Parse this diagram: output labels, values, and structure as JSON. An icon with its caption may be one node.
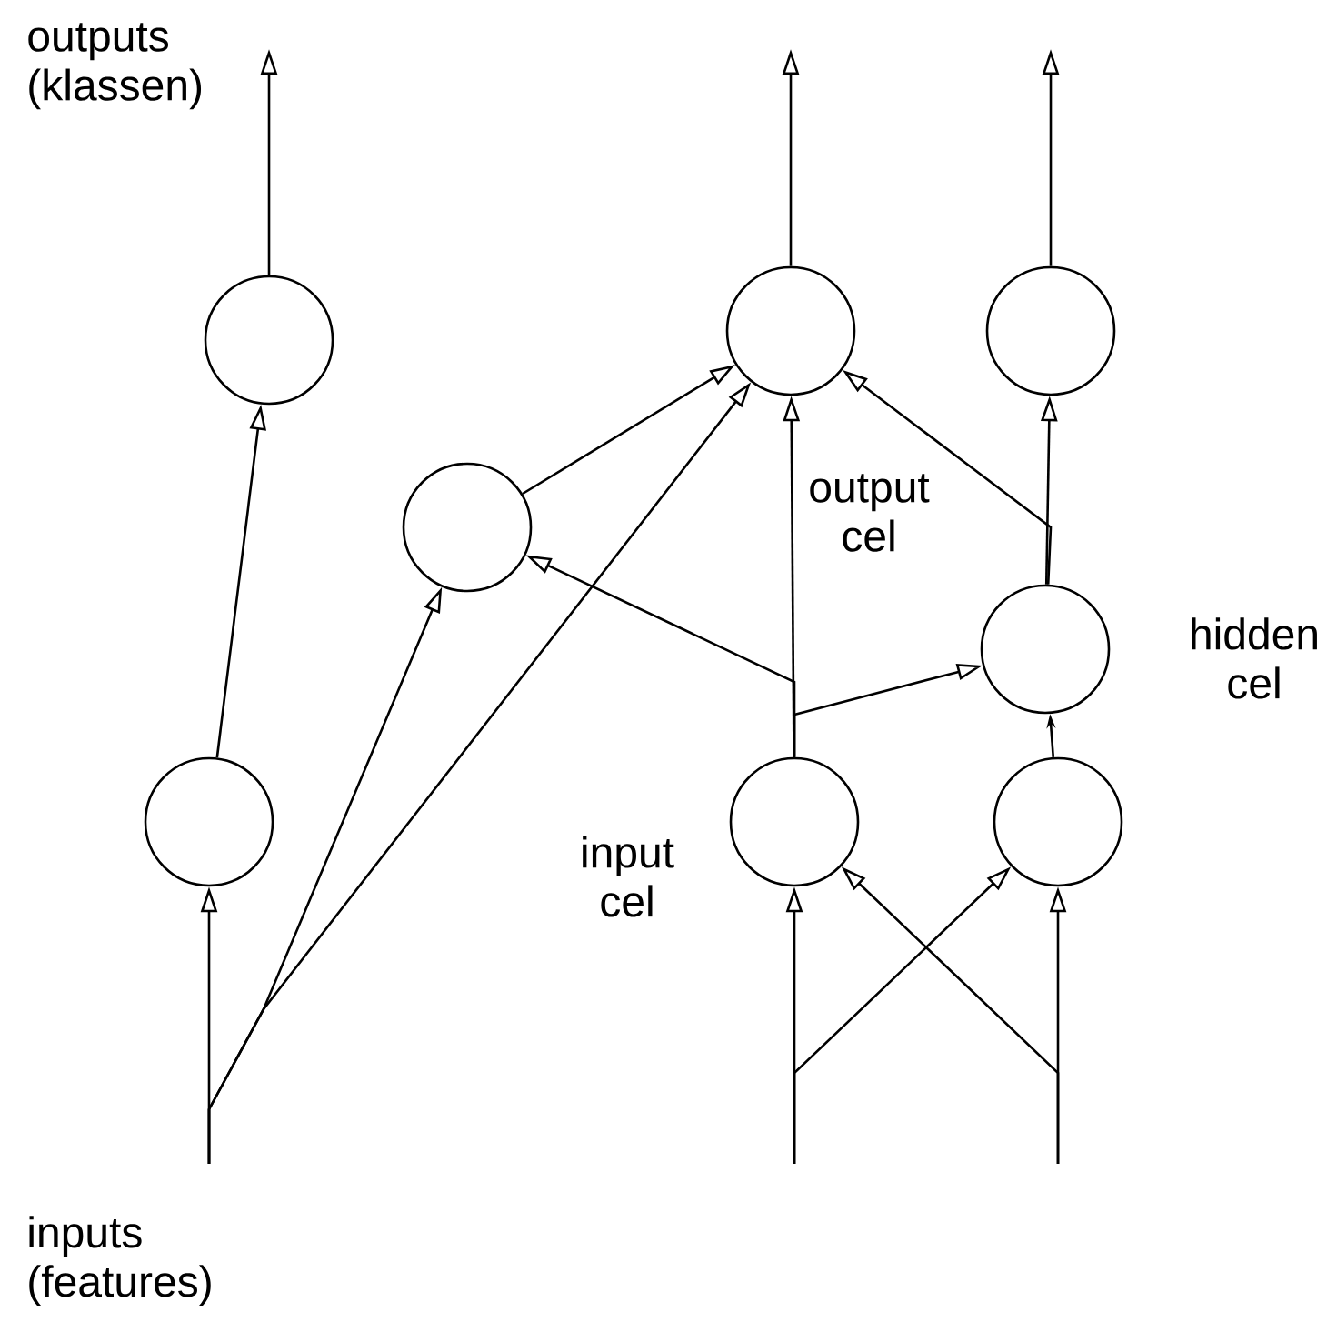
{
  "diagram": {
    "nodes": [
      {
        "text": [],
        "shape": "circle"
      },
      {
        "text": [],
        "shape": "circle",
        "beside": [
          "output cel"
        ]
      },
      {
        "text": [],
        "shape": "circle"
      },
      {
        "text": [],
        "shape": "circle"
      },
      {
        "text": [],
        "shape": "circle",
        "beside": [
          "hidden cel"
        ]
      },
      {
        "text": [],
        "shape": "circle"
      },
      {
        "text": [],
        "shape": "circle",
        "beside": [
          "input cel"
        ]
      },
      {
        "text": [],
        "shape": "circle"
      }
    ],
    "edges": [
      {
        "from": 5,
        "to": 0,
        "arrow": "to"
      },
      {
        "from": 0,
        "to": null,
        "arrow": "to"
      },
      {
        "from": 1,
        "to": null,
        "arrow": "to"
      },
      {
        "from": 2,
        "to": null,
        "arrow": "to"
      },
      {
        "from": null,
        "to": 5,
        "arrow": "to"
      },
      {
        "from": null,
        "to": 3,
        "arrow": "to"
      },
      {
        "from": null,
        "to": 1,
        "arrow": "to"
      },
      {
        "from": 3,
        "to": 1,
        "arrow": "to"
      },
      {
        "from": 6,
        "to": 1,
        "arrow": "to"
      },
      {
        "from": 6,
        "to": 4,
        "arrow": "to"
      },
      {
        "from": 6,
        "to": 3,
        "arrow": "to"
      },
      {
        "from": 4,
        "to": 2,
        "arrow": "to"
      },
      {
        "from": 4,
        "to": 1,
        "arrow": "to"
      },
      {
        "from": 7,
        "to": 4,
        "arrow": "to"
      },
      {
        "from": null,
        "to": 6,
        "arrow": "to"
      },
      {
        "from": null,
        "to": 7,
        "arrow": "to"
      },
      {
        "from": null,
        "to": 7,
        "arrow": "to"
      },
      {
        "from": null,
        "to": 6,
        "arrow": "to"
      }
    ],
    "labels": [
      "outputs (klassen)",
      "inputs (features)"
    ]
  }
}
